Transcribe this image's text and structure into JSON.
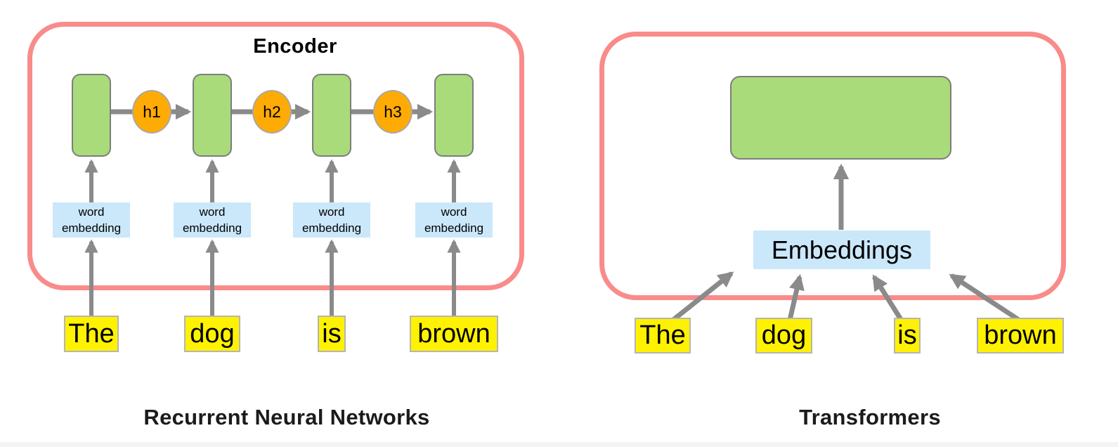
{
  "colors": {
    "frame_red": "#F98B8B",
    "block_green": "#A9DB7A",
    "state_orange": "#FFAB05",
    "embedding_blue": "#CBE8FB",
    "word_yellow": "#FFF200",
    "arrow_gray": "#8A8A8A"
  },
  "left_panel": {
    "title": "Encoder",
    "caption": "Recurrent Neural Networks",
    "hidden_states": [
      "h1",
      "h2",
      "h3"
    ],
    "embedding_boxes": [
      {
        "line1": "word",
        "line2": "embedding"
      },
      {
        "line1": "word",
        "line2": "embedding"
      },
      {
        "line1": "word",
        "line2": "embedding"
      },
      {
        "line1": "word",
        "line2": "embedding"
      }
    ],
    "words": [
      "The",
      "dog",
      "is",
      "brown"
    ]
  },
  "right_panel": {
    "caption": "Transformers",
    "embeddings_label": "Embeddings",
    "words": [
      "The",
      "dog",
      "is",
      "brown"
    ]
  }
}
